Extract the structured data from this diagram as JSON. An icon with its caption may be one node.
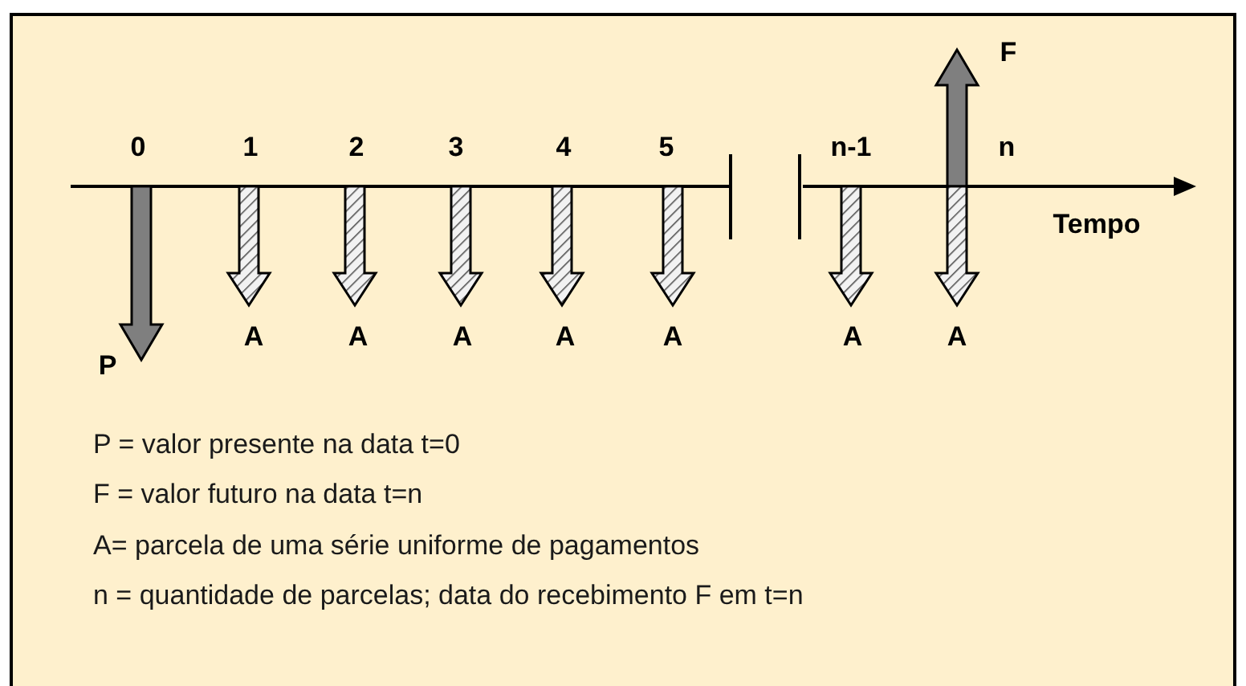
{
  "diagram": {
    "labels": [
      "F",
      "0",
      "1",
      "2",
      "3",
      "4",
      "5",
      "n-1",
      "n",
      "Tempo",
      "A",
      "A",
      "A",
      "A",
      "A",
      "A",
      "A",
      "P",
      "P = valor presente na data t=0",
      "F = valor futuro na data t=n",
      "A= parcela de uma série uniforme de pagamentos",
      "n = quantidade de parcelas; data do recebimento F em t=n"
    ]
  }
}
